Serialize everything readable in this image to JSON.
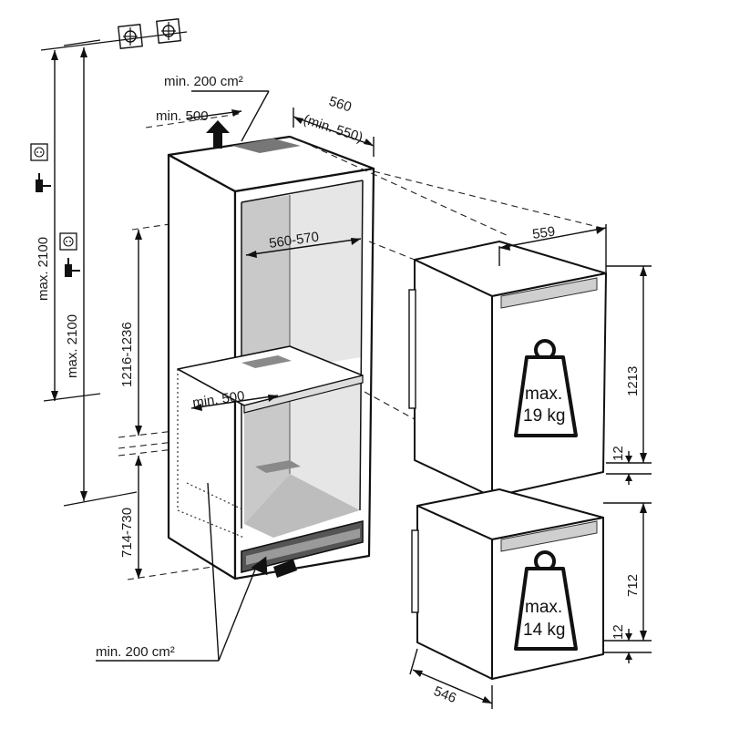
{
  "labels": {
    "vent_top_area": "min. 200 cm²",
    "vent_top_depth": "min. 500",
    "niche_depth": "560",
    "niche_depth_min": "(min. 550)",
    "niche_width": "560-570",
    "upper_niche_height": "1216-1236",
    "shelf_depth": "min. 500",
    "lower_niche_height": "714-730",
    "cable_height_1": "max. 2100",
    "cable_height_2": "max. 2100",
    "vent_bottom_area": "min. 200 cm²",
    "appliance_width": "559",
    "upper_height": "1213",
    "upper_gap": "12",
    "lower_height": "712",
    "lower_gap": "12",
    "appliance_depth": "546",
    "upper_load_line1": "max.",
    "upper_load_line2": "19 kg",
    "lower_load_line1": "max.",
    "lower_load_line2": "14 kg"
  },
  "icons": [
    "crosshair-icon",
    "crosshair-icon",
    "power-socket-icon",
    "power-plug-icon",
    "weight-icon",
    "airflow-arrow-icon"
  ]
}
